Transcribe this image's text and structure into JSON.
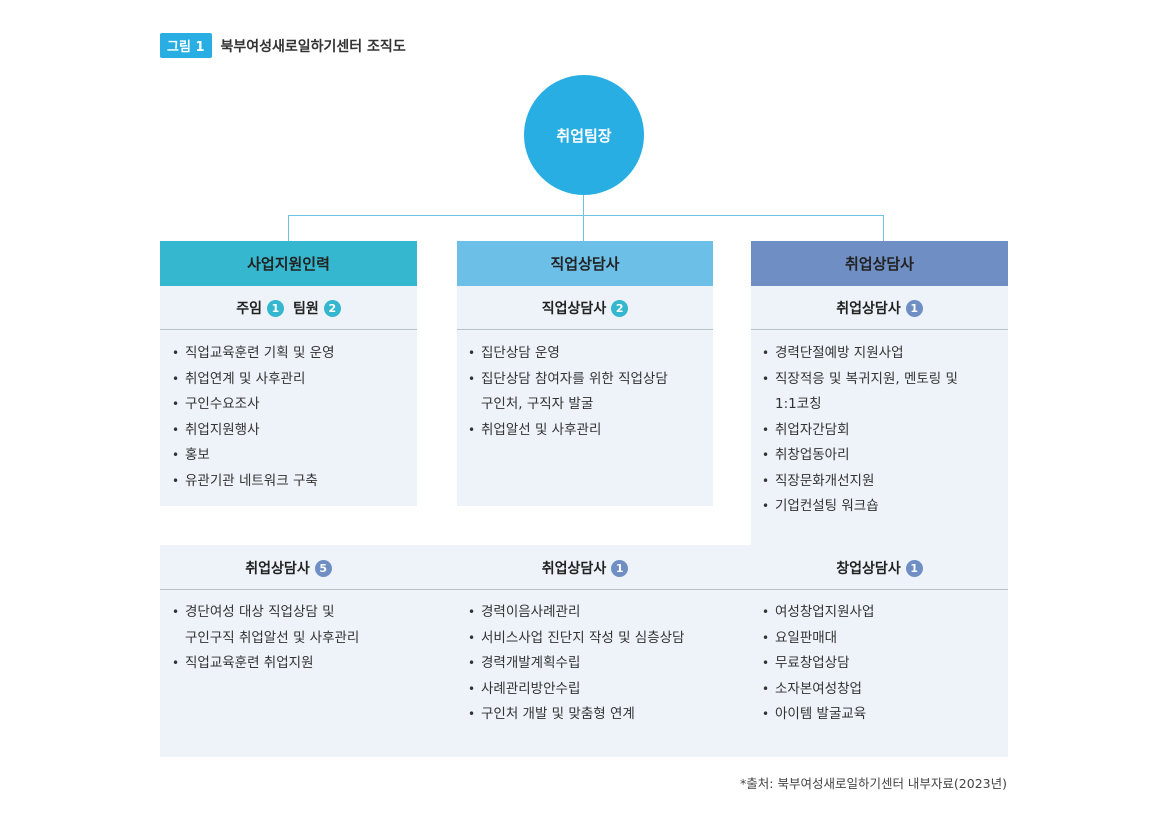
{
  "figure": {
    "badge": "그림 1",
    "title": "북부여성새로일하기센터 조직도"
  },
  "colors": {
    "circle": "#29aee3",
    "col1": "#35b8cf",
    "col2": "#6cc0e8",
    "col3": "#6f8fc4",
    "panel": "#edf3f9"
  },
  "top": {
    "label": "취업팀장"
  },
  "columns": [
    {
      "header": "사업지원인력",
      "sub_a": "주임",
      "sub_a_num": "1",
      "sub_b": "팀원",
      "sub_b_num": "2",
      "items": [
        "직업교육훈련 기획 및 운영",
        "취업연계 및 사후관리",
        "구인수요조사",
        "취업지원행사",
        "홍보",
        "유관기관 네트워크 구축"
      ]
    },
    {
      "header": "직업상담사",
      "sub": "직업상담사",
      "sub_num": "2",
      "items": [
        "집단상담 운영",
        "집단상담 참여자를 위한 직업상담\n구인처, 구직자 발굴",
        "취업알선 및 사후관리"
      ]
    },
    {
      "header": "취업상담사",
      "sub": "취업상담사",
      "sub_num": "1",
      "items": [
        "경력단절예방 지원사업",
        "직장적응 및 복귀지원, 멘토링 및\n1:1코칭",
        "취업자간담회",
        "취창업동아리",
        "직장문화개선지원",
        "기업컨설팅 워크숍"
      ]
    }
  ],
  "bottom": [
    {
      "sub": "취업상담사",
      "sub_num": "5",
      "items": [
        "경단여성 대상 직업상담 및\n구인구직 취업알선 및 사후관리",
        "직업교육훈련 취업지원"
      ]
    },
    {
      "sub": "취업상담사",
      "sub_num": "1",
      "items": [
        "경력이음사례관리",
        "서비스사업 진단지 작성 및 심층상담",
        "경력개발계획수립",
        "사례관리방안수립",
        "구인처 개발 및 맞춤형 연계"
      ]
    },
    {
      "sub": "창업상담사",
      "sub_num": "1",
      "items": [
        "여성창업지원사업",
        "요일판매대",
        "무료창업상담",
        "소자본여성창업",
        "아이템 발굴교육"
      ]
    }
  ],
  "source": "*출처: 북부여성새로일하기센터 내부자료(2023년)"
}
